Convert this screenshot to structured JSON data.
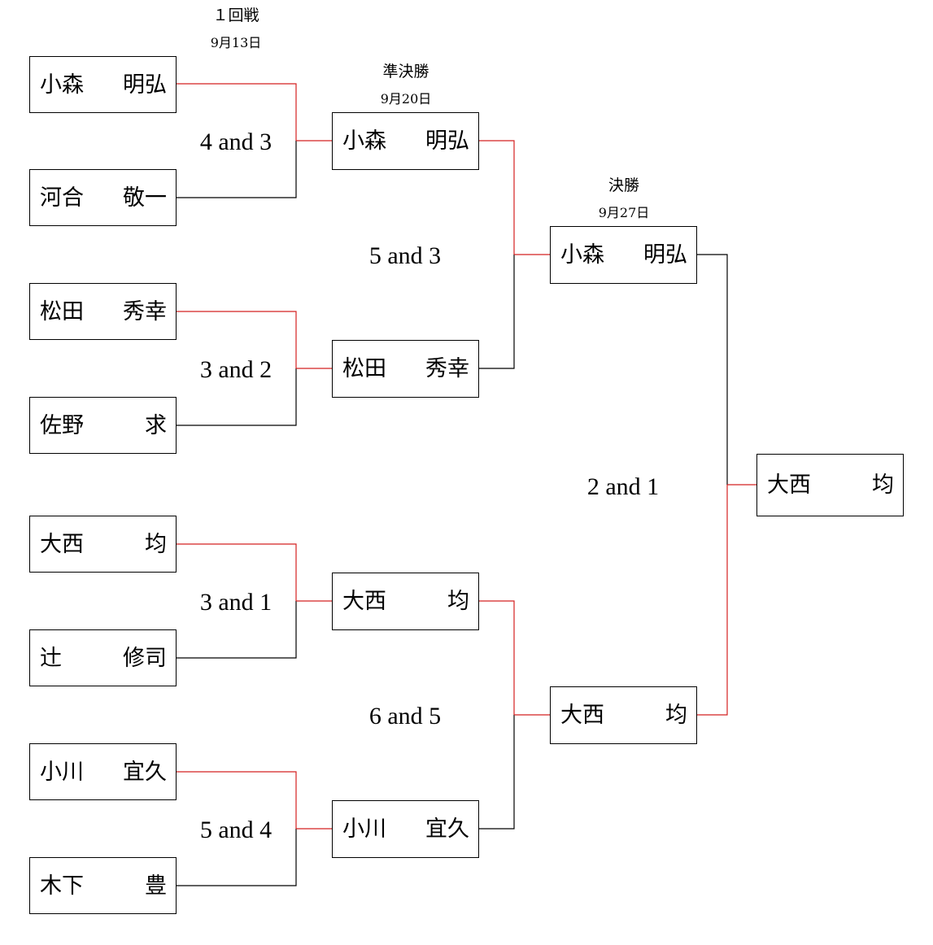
{
  "rounds": [
    {
      "name": "１回戦",
      "date": "9月13日"
    },
    {
      "name": "準決勝",
      "date": "9月20日"
    },
    {
      "name": "決勝",
      "date": "9月27日"
    }
  ],
  "round1": [
    {
      "surname": "小森",
      "given": "明弘"
    },
    {
      "surname": "河合",
      "given": "敬一"
    },
    {
      "surname": "松田",
      "given": "秀幸"
    },
    {
      "surname": "佐野",
      "given": "求"
    },
    {
      "surname": "大西",
      "given": "均"
    },
    {
      "surname": "辻",
      "given": "修司"
    },
    {
      "surname": "小川",
      "given": "宜久"
    },
    {
      "surname": "木下",
      "given": "豊"
    }
  ],
  "round1_scores": [
    "4 and 3",
    "3 and 2",
    "3 and 1",
    "5 and 4"
  ],
  "semifinal": [
    {
      "surname": "小森",
      "given": "明弘"
    },
    {
      "surname": "松田",
      "given": "秀幸"
    },
    {
      "surname": "大西",
      "given": "均"
    },
    {
      "surname": "小川",
      "given": "宜久"
    }
  ],
  "semifinal_scores": [
    "5 and 3",
    "6 and 5"
  ],
  "final": [
    {
      "surname": "小森",
      "given": "明弘"
    },
    {
      "surname": "大西",
      "given": "均"
    }
  ],
  "final_score": "2 and 1",
  "champion": {
    "surname": "大西",
    "given": "均"
  },
  "colors": {
    "winner_line": "#d42020",
    "loser_line": "#000000",
    "box_border": "#000000"
  }
}
